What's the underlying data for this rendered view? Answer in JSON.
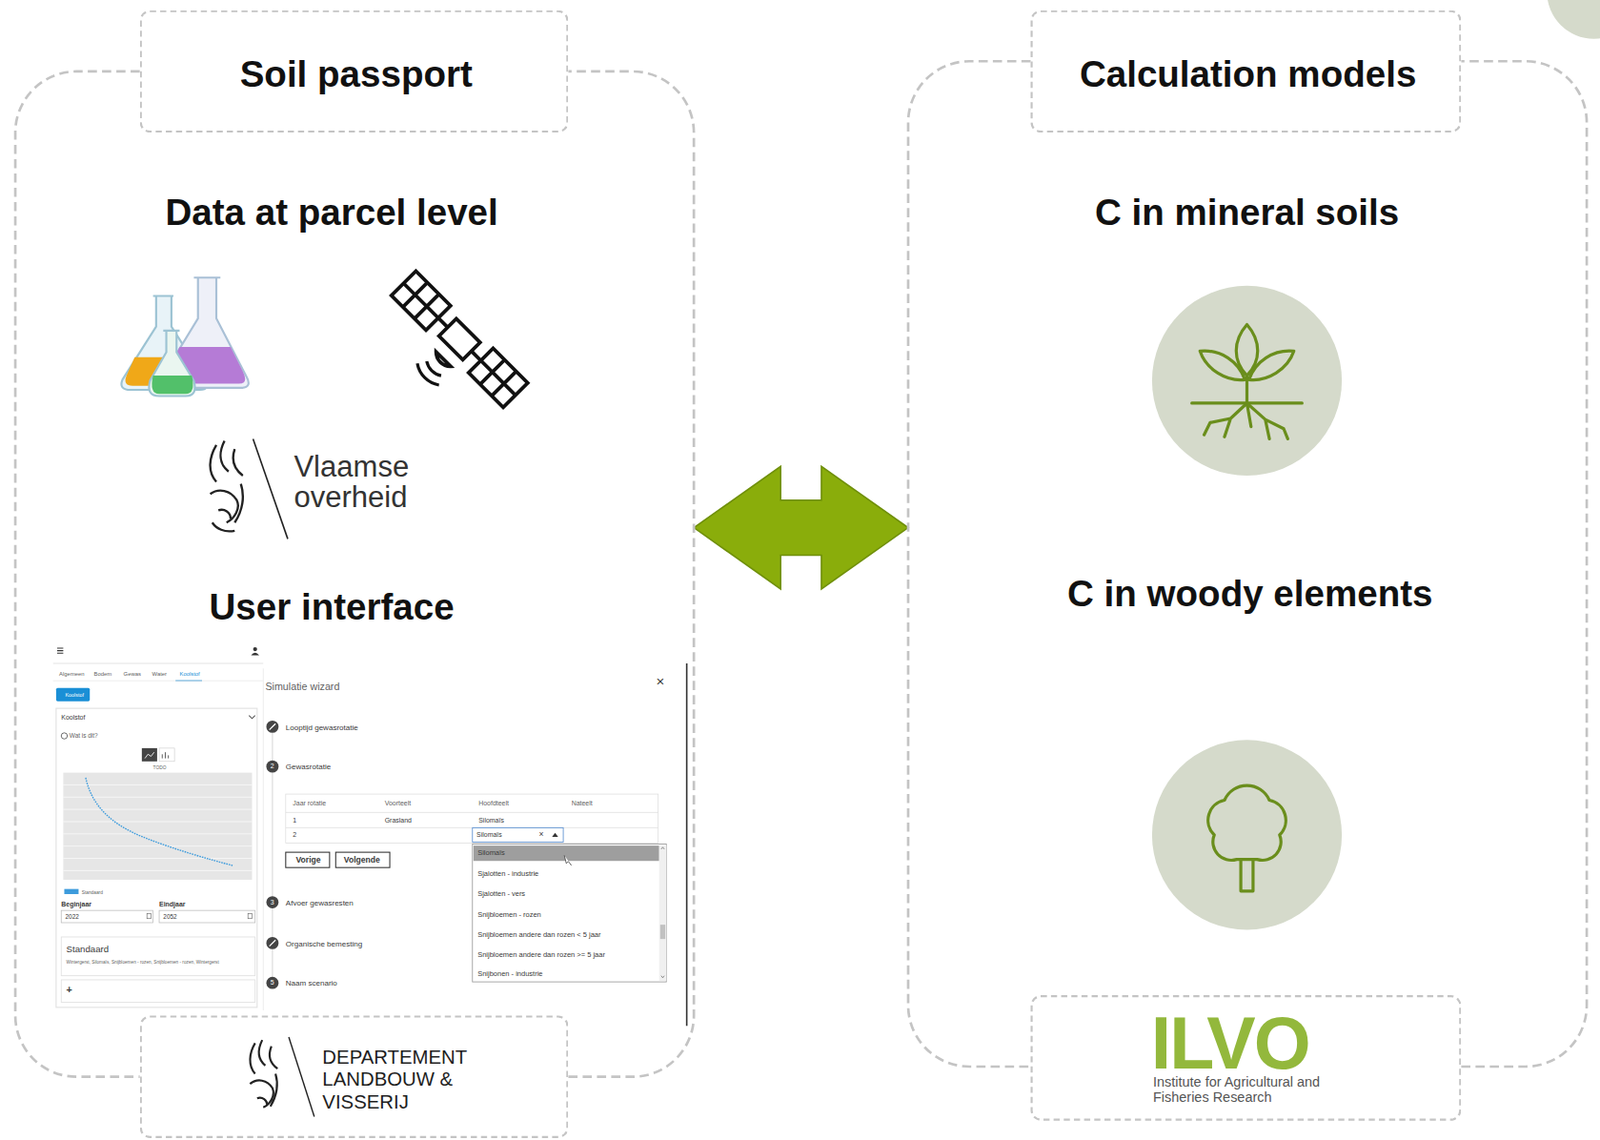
{
  "diagram": {
    "nodes": [
      {
        "text": [
          "Soil passport"
        ]
      },
      {
        "text": [
          "Data at parcel level",
          "User interface"
        ]
      },
      {
        "text": [
          "DEPARTEMENT LANDBOUW & VISSERIJ"
        ]
      },
      {
        "text": [
          "Calculation models"
        ]
      },
      {
        "text": [
          "C in mineral soils",
          "C in woody elements"
        ]
      },
      {
        "text": [
          "ILVO",
          "Institute for Agricultural and Fisheries Research"
        ]
      }
    ],
    "edges": [
      {
        "from": 1,
        "to": 4,
        "arrow": "both"
      }
    ],
    "labels": [
      "Vlaamse overheid",
      "Algemeen",
      "Bodem",
      "Gewas",
      "Water",
      "Koolstof",
      "Koolstof",
      "Koolstof",
      "Wat is dit?",
      "TODO",
      "Standaard",
      "Beginjaar",
      "Eindjaar",
      "2022",
      "2052",
      "Standaard",
      "Wintergerst, Silomaïs, Snijbloemen - rozen, Snijbloemen - rozen, Wintergerst",
      "+",
      "Simulatie wizard",
      "×",
      "Looptijd gewasrotatie",
      "2",
      "Gewasrotatie",
      "Jaar rotatie",
      "Voorteelt",
      "Hoofdteelt",
      "Nateelt",
      "1",
      "Grasland",
      "Silomaïs",
      "2",
      "Silomaïs",
      "×",
      "Vorige",
      "Volgende",
      "Silomaïs",
      "Sjalotten - industrie",
      "Sjalotten - vers",
      "Snijbloemen - rozen",
      "Snijbloemen andere dan rozen < 5 jaar",
      "Snijbloemen andere dan rozen >= 5 jaar",
      "Snijbonen - industrie",
      "3",
      "Afvoer gewasresten",
      "Organische bemesting",
      "5",
      "Naam scenario"
    ]
  }
}
